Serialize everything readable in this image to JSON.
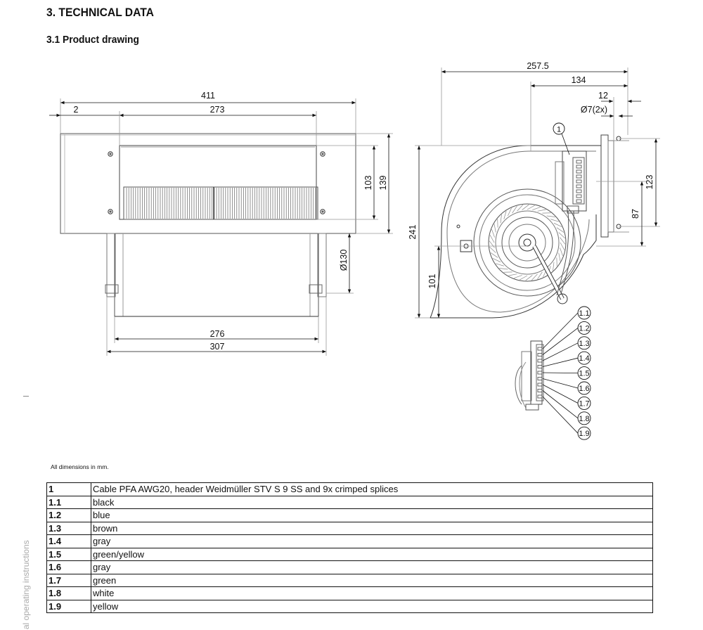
{
  "section_title": "3. TECHNICAL DATA",
  "subsection_title": "3.1 Product drawing",
  "dimensions": {
    "front": {
      "d411": "411",
      "d2": "2",
      "d273": "273",
      "d103": "103",
      "d139": "139",
      "d130": "Ø130",
      "d276": "276",
      "d307": "307"
    },
    "side": {
      "d257": "257.5",
      "d134": "134",
      "d12": "12",
      "d7": "Ø7(2x)",
      "d123": "123",
      "d87": "87",
      "d241": "241",
      "d101": "101",
      "callout": "1"
    }
  },
  "connector_callouts": [
    "1.1",
    "1.2",
    "1.3",
    "1.4",
    "1.5",
    "1.6",
    "1.7",
    "1.8",
    "1.9"
  ],
  "note": "All dimensions in mm.",
  "parts": [
    {
      "id": "1",
      "desc": "Cable PFA AWG20, header Weidmüller STV S 9 SS and 9x crimped splices"
    },
    {
      "id": "1.1",
      "desc": "black"
    },
    {
      "id": "1.2",
      "desc": "blue"
    },
    {
      "id": "1.3",
      "desc": "brown"
    },
    {
      "id": "1.4",
      "desc": "gray"
    },
    {
      "id": "1.5",
      "desc": "green/yellow"
    },
    {
      "id": "1.6",
      "desc": "gray"
    },
    {
      "id": "1.7",
      "desc": "green"
    },
    {
      "id": "1.8",
      "desc": "white"
    },
    {
      "id": "1.9",
      "desc": "yellow"
    }
  ],
  "side_text": "al operating instructions"
}
